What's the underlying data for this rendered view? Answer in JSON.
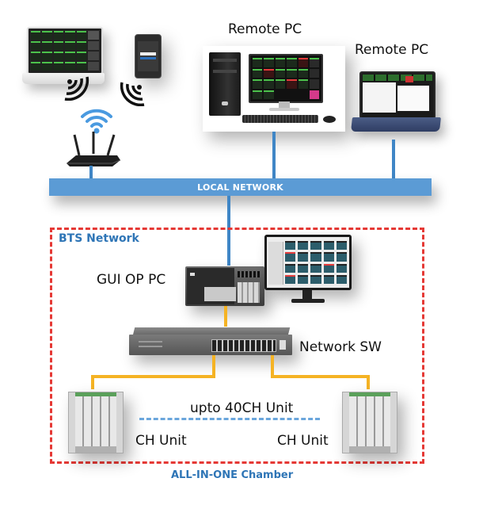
{
  "diagram": {
    "title": "BTS network topology",
    "network_bar_label": "LOCAL NETWORK",
    "nodes": {
      "laptop_wireless": {
        "label": "",
        "type": "laptop"
      },
      "phone_wireless": {
        "label": "",
        "type": "smartphone"
      },
      "router": {
        "label": "",
        "type": "wifi-router"
      },
      "remote_pc_desktop": {
        "label": "Remote PC",
        "type": "desktop"
      },
      "remote_pc_laptop": {
        "label": "Remote PC",
        "type": "laptop"
      },
      "gui_op_pc": {
        "label": "GUI OP PC",
        "type": "industrial-pc-with-monitor"
      },
      "network_switch": {
        "label": "Network SW",
        "type": "ethernet-switch"
      },
      "ch_unit_left": {
        "label": "CH Unit",
        "type": "channel-unit"
      },
      "ch_unit_right": {
        "label": "CH Unit",
        "type": "channel-unit"
      }
    },
    "groups": {
      "bts_network": {
        "title": "BTS Network",
        "footer": "ALL-IN-ONE Chamber"
      }
    },
    "range_label": "upto 40CH Unit",
    "colors": {
      "network_bar": "#5b9bd5",
      "blue_link": "#3f86c6",
      "ethernet_link": "#f5b324",
      "group_border": "#e53935",
      "group_text": "#2e75b6",
      "wifi": "#4a9ae0"
    },
    "links": [
      {
        "from": "router",
        "to": "LOCAL NETWORK",
        "color": "blue"
      },
      {
        "from": "remote_pc_desktop",
        "to": "LOCAL NETWORK",
        "color": "blue"
      },
      {
        "from": "remote_pc_laptop",
        "to": "LOCAL NETWORK",
        "color": "blue"
      },
      {
        "from": "LOCAL NETWORK",
        "to": "gui_op_pc",
        "color": "blue"
      },
      {
        "from": "gui_op_pc",
        "to": "network_switch",
        "color": "orange"
      },
      {
        "from": "network_switch",
        "to": "ch_unit_left",
        "color": "orange"
      },
      {
        "from": "network_switch",
        "to": "ch_unit_right",
        "color": "orange"
      },
      {
        "from": "ch_unit_left",
        "to": "ch_unit_right",
        "color": "blue-dashed"
      }
    ]
  }
}
